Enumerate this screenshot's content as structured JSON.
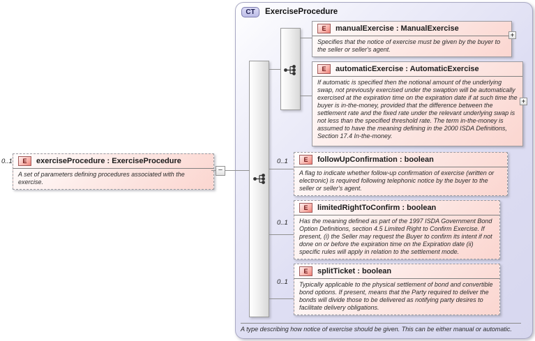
{
  "colors": {
    "element_fill": "#fbd6d0",
    "container_fill": "#d7d7ef",
    "element_badge_fill": "#ee7d74",
    "ct_badge_fill": "#bdbde6",
    "connector": "#909090"
  },
  "source": {
    "cardinality": "0..1",
    "badge": "E",
    "title": "exerciseProcedure : ExerciseProcedure",
    "doc": "A set of parameters defining procedures associated with the exercise.",
    "collapse_glyph": "−"
  },
  "type": {
    "badge": "CT",
    "name": "ExerciseProcedure",
    "doc": "A type describing how notice of exercise should be given. This can be either manual or automatic."
  },
  "choice_children": [
    {
      "badge": "E",
      "title": "manualExercise : ManualExercise",
      "doc": "Specifies that the notice of exercise must be given by the buyer to the seller or seller's agent.",
      "expand_glyph": "+"
    },
    {
      "badge": "E",
      "title": "automaticExercise : AutomaticExercise",
      "doc": "If automatic is specified then the notional amount of the underlying swap, not previously exercised under the swaption will be automatically exercised at the expiration time on the expiration date if at such time the buyer is in-the-money, provided that the difference between the settlement rate and the fixed rate under the relevant underlying swap is not less than the specified threshold rate. The term in-the-money is assumed to have the meaning defining in the 2000 ISDA Definitions, Section 17.4 In-the-money.",
      "expand_glyph": "+"
    }
  ],
  "sequence_children": [
    {
      "cardinality": "0..1",
      "badge": "E",
      "title": "followUpConfirmation : boolean",
      "doc": "A flag to indicate whether follow-up confirmation of exercise (written or electronic) is required following telephonic notice by the buyer to the seller or seller's agent."
    },
    {
      "cardinality": "0..1",
      "badge": "E",
      "title": "limitedRightToConfirm : boolean",
      "doc": "Has the meaning defined as part of the 1997 ISDA Government Bond Option Definitions, section 4.5 Limited Right to Confirm Exercise. If present, (i) the Seller may request the Buyer to confirm its intent if not done on or before the expiration time on the Expiration date (ii) specific rules will apply in relation to the settlement mode."
    },
    {
      "cardinality": "0..1",
      "badge": "E",
      "title": "splitTicket : boolean",
      "doc": "Typically applicable to the physical settlement of bond and convertible bond options. If present, means that the Party required to deliver the bonds will divide those to be delivered as notifying party desires to facilitate delivery obligations."
    }
  ]
}
